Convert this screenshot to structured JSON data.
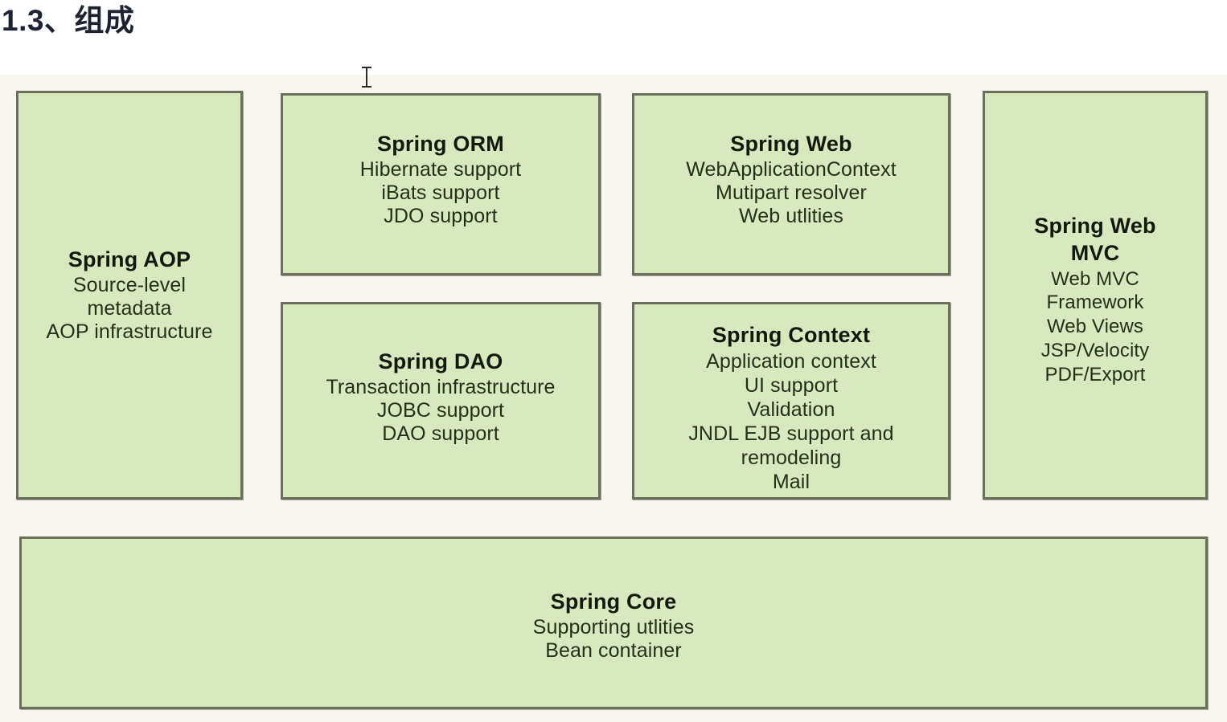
{
  "heading": "1.3、组成",
  "colors": {
    "box_fill": "#d8e9bd",
    "box_border": "#6b705c",
    "panel_background": "#f9f6f0",
    "heading_color": "#1d2330",
    "text_color": "#23301b"
  },
  "diagram": {
    "type": "layered-architecture",
    "boxes": [
      {
        "id": "spring-aop",
        "title": "Spring AOP",
        "lines": [
          "Source-level",
          "metadata",
          "AOP infrastructure"
        ]
      },
      {
        "id": "spring-orm",
        "title": "Spring ORM",
        "lines": [
          "Hibernate support",
          "iBats support",
          "JDO support"
        ]
      },
      {
        "id": "spring-dao",
        "title": "Spring DAO",
        "lines": [
          "Transaction infrastructure",
          "JOBC support",
          "DAO support"
        ]
      },
      {
        "id": "spring-web",
        "title": "Spring Web",
        "lines": [
          "WebApplicationContext",
          "Mutipart resolver",
          "Web utlities"
        ]
      },
      {
        "id": "spring-context",
        "title": "Spring Context",
        "lines": [
          "Application context",
          "UI support",
          "Validation",
          "JNDL EJB support and",
          "remodeling",
          "Mail"
        ]
      },
      {
        "id": "spring-web-mvc",
        "title_line1": "Spring Web",
        "title_line2": "MVC",
        "lines": [
          "Web MVC",
          "Framework",
          "Web Views",
          "JSP/Velocity",
          "PDF/Export"
        ]
      },
      {
        "id": "spring-core",
        "title": "Spring Core",
        "lines": [
          "Supporting utlities",
          "Bean container"
        ]
      }
    ]
  },
  "cursor": {
    "icon": "text-ibeam-cursor"
  }
}
